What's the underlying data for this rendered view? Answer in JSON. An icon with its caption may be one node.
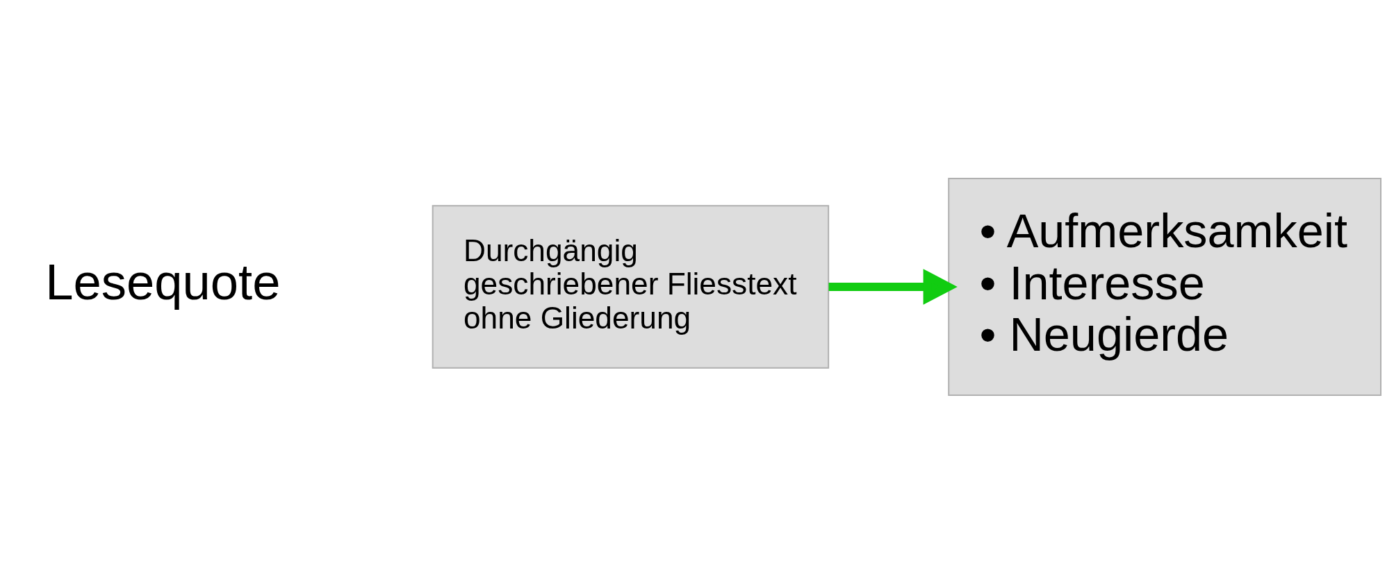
{
  "diagram": {
    "nodes": [
      {
        "text": [
          "Durchgängig geschriebener Fliesstext ohne Gliederung"
        ]
      },
      {
        "text": [
          "• Aufmerksamkeit",
          "• Interesse",
          "• Neugierde"
        ]
      }
    ],
    "edges": [
      {
        "from": 0,
        "to": 1,
        "arrow": "to",
        "color": "#11cc11"
      }
    ],
    "labels": [
      "Lesequote"
    ]
  }
}
